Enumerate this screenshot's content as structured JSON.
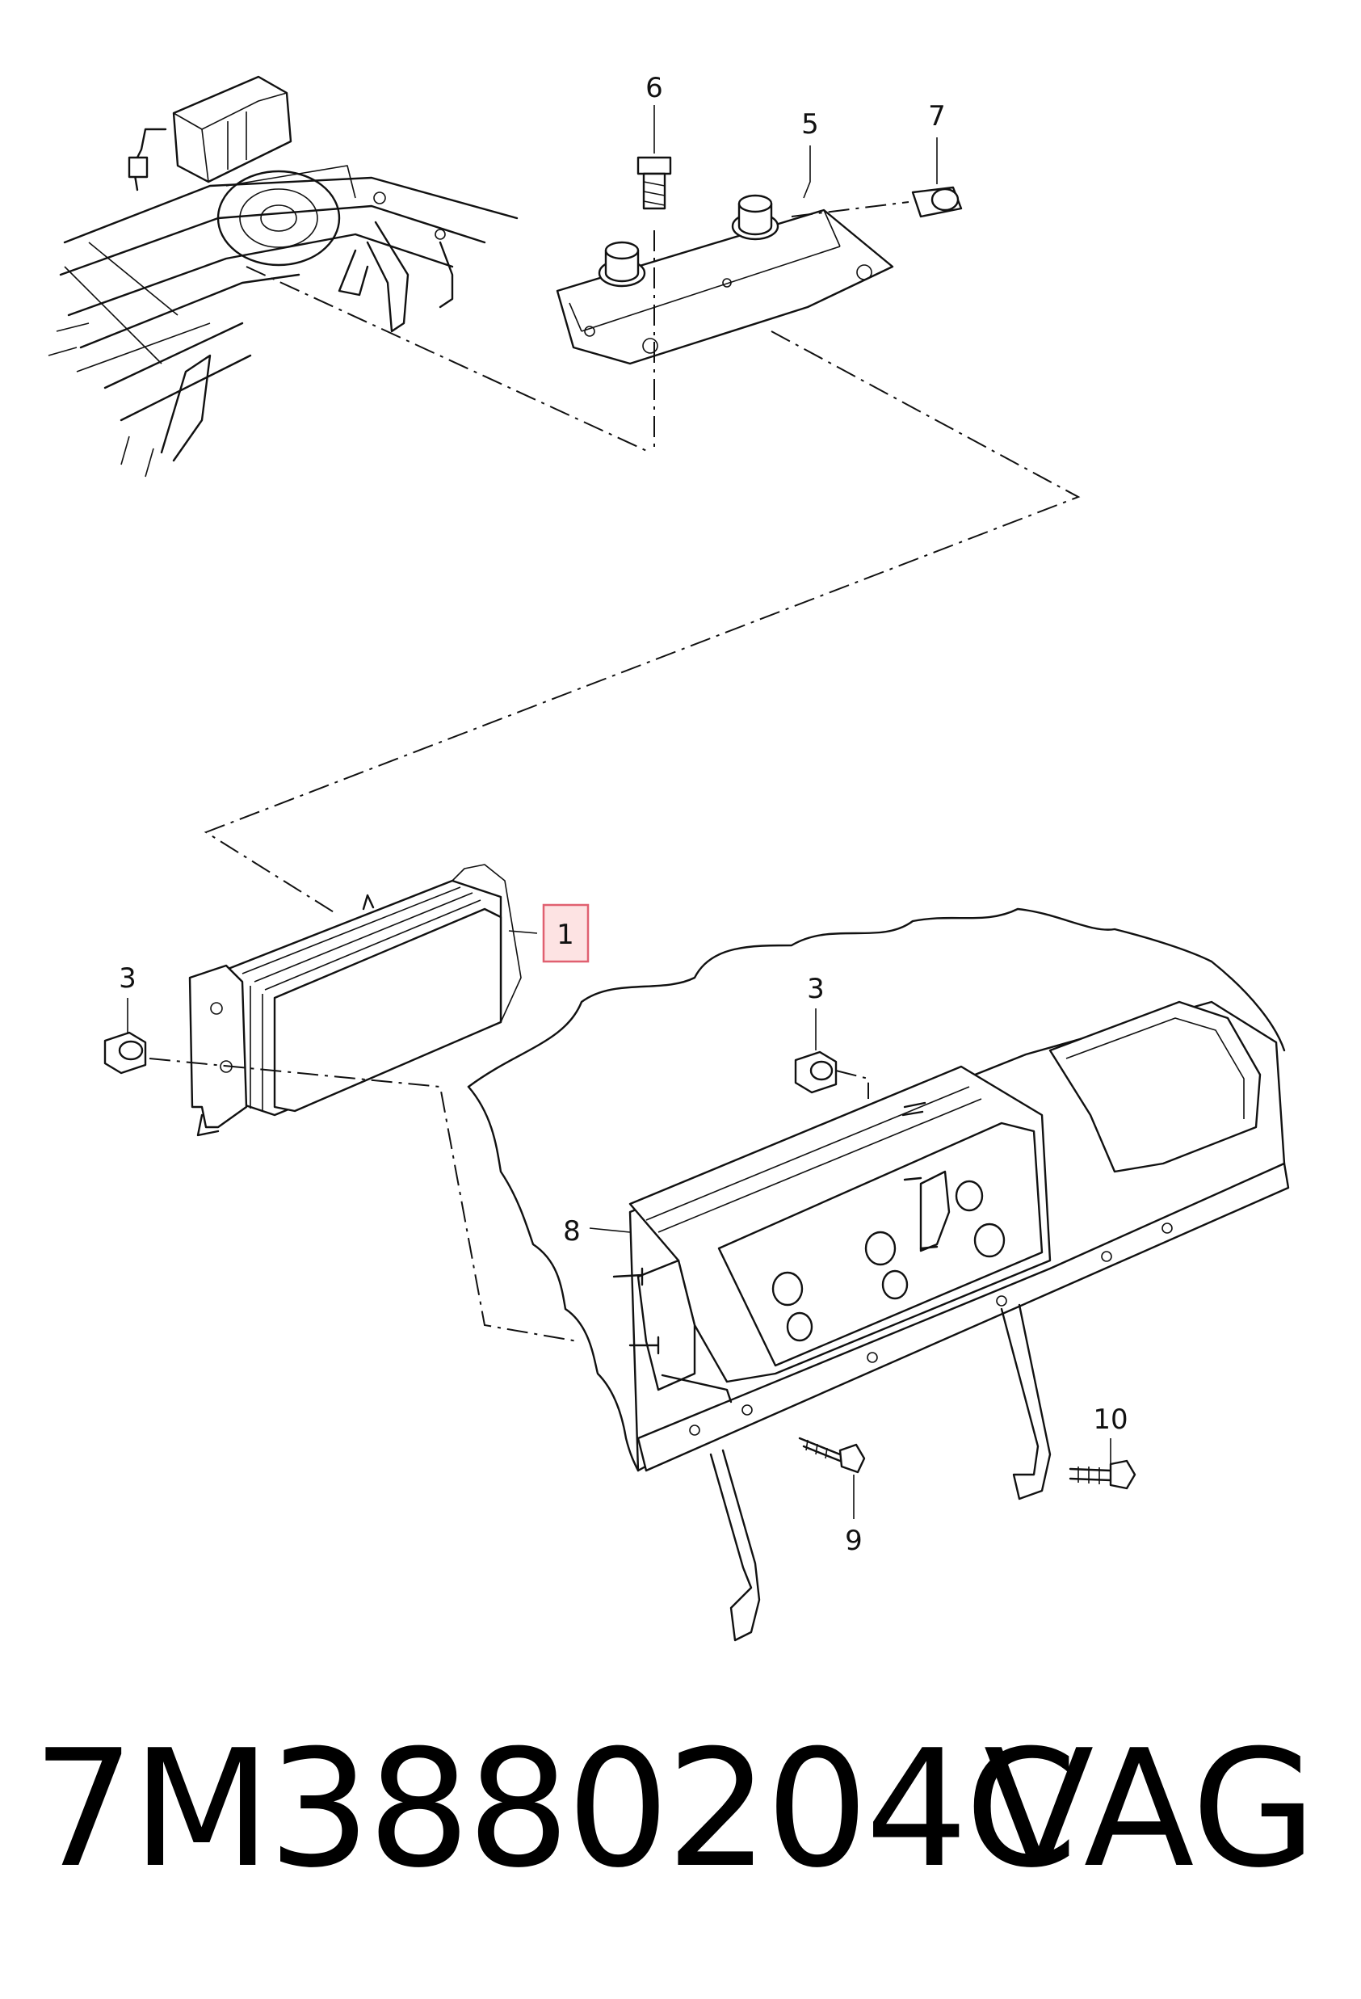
{
  "callouts": {
    "c1": "1",
    "c3a": "3",
    "c3b": "3",
    "c5": "5",
    "c6": "6",
    "c7": "7",
    "c8": "8",
    "c9": "9",
    "c10": "10"
  },
  "highlight_color": "#e06070",
  "footer": {
    "part_number": "7M3880204C",
    "brand": "VAG"
  }
}
